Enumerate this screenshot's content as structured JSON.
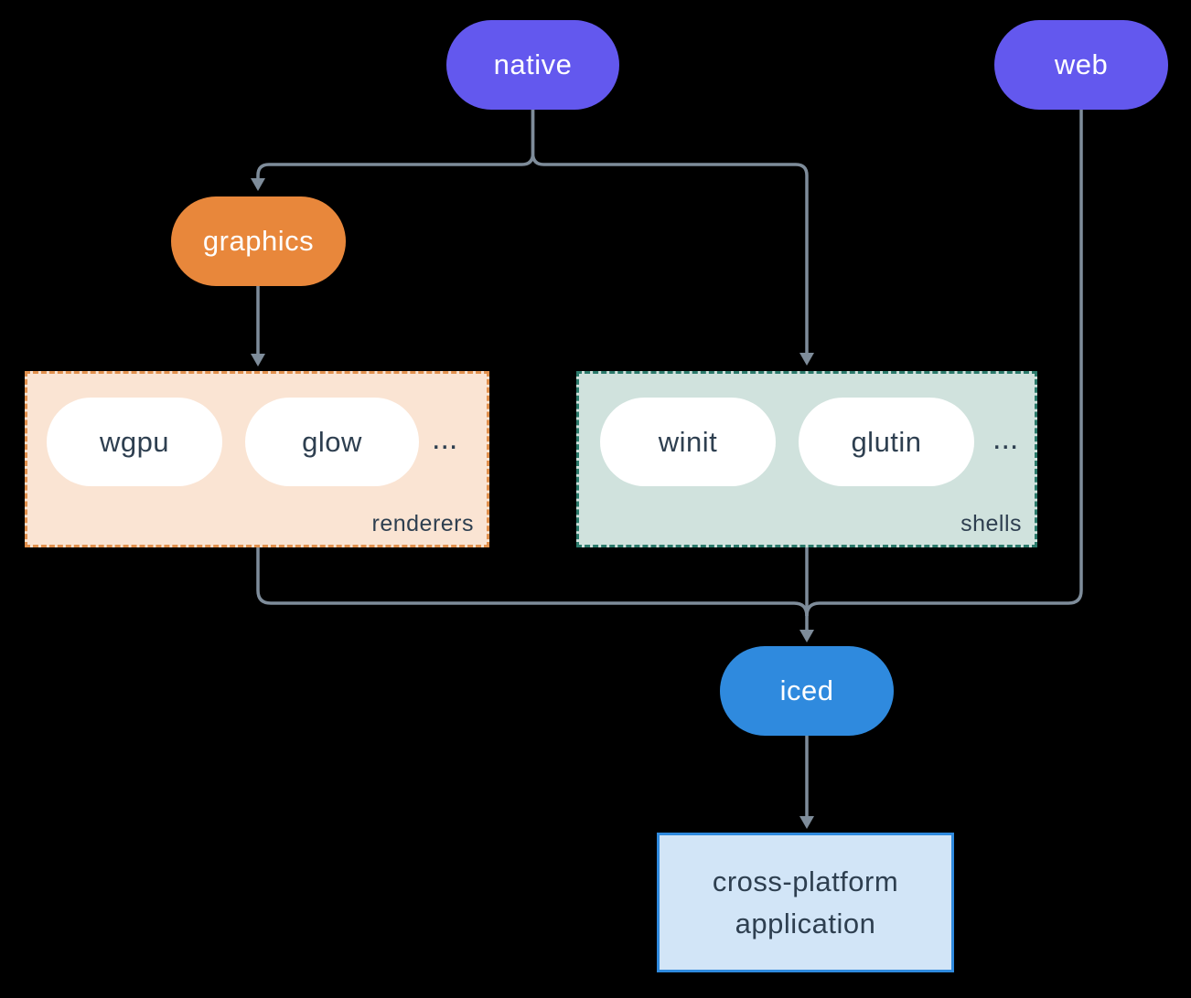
{
  "canvas_background": "#000000",
  "text_color": "#2E3F50",
  "nodes": {
    "native": {
      "label": "native",
      "color": "#6358EE"
    },
    "web": {
      "label": "web",
      "color": "#6358EE"
    },
    "graphics": {
      "label": "graphics",
      "color": "#E8873B"
    },
    "iced": {
      "label": "iced",
      "color": "#2F8ADE"
    },
    "application": {
      "line1": "cross-platform",
      "line2": "application",
      "background": "#D2E5F7",
      "border": "#2F8ADE"
    }
  },
  "groups": {
    "renderers": {
      "label": "renderers",
      "items": [
        "wgpu",
        "glow"
      ],
      "ellipsis": "...",
      "background": "#FAE4D3",
      "border": "#E2914E"
    },
    "shells": {
      "label": "shells",
      "items": [
        "winit",
        "glutin"
      ],
      "ellipsis": "...",
      "background": "#D0E2DD",
      "border": "#2B7A6B"
    }
  },
  "edges": {
    "color": "#7E8C9A",
    "list": [
      {
        "from": "native",
        "to": "graphics"
      },
      {
        "from": "native",
        "to": "shells"
      },
      {
        "from": "graphics",
        "to": "renderers"
      },
      {
        "from": "renderers",
        "to": "iced"
      },
      {
        "from": "shells",
        "to": "iced"
      },
      {
        "from": "web",
        "to": "iced"
      },
      {
        "from": "iced",
        "to": "application"
      }
    ]
  }
}
